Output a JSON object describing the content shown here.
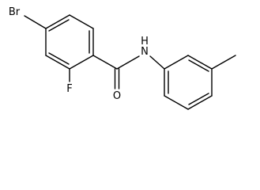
{
  "molecule": {
    "atoms": {
      "br": "Br",
      "f": "F",
      "o": "O",
      "n": "N",
      "h": "H"
    },
    "colors": {
      "bond": "#000000",
      "label": "#000000",
      "background": "#ffffff"
    }
  }
}
